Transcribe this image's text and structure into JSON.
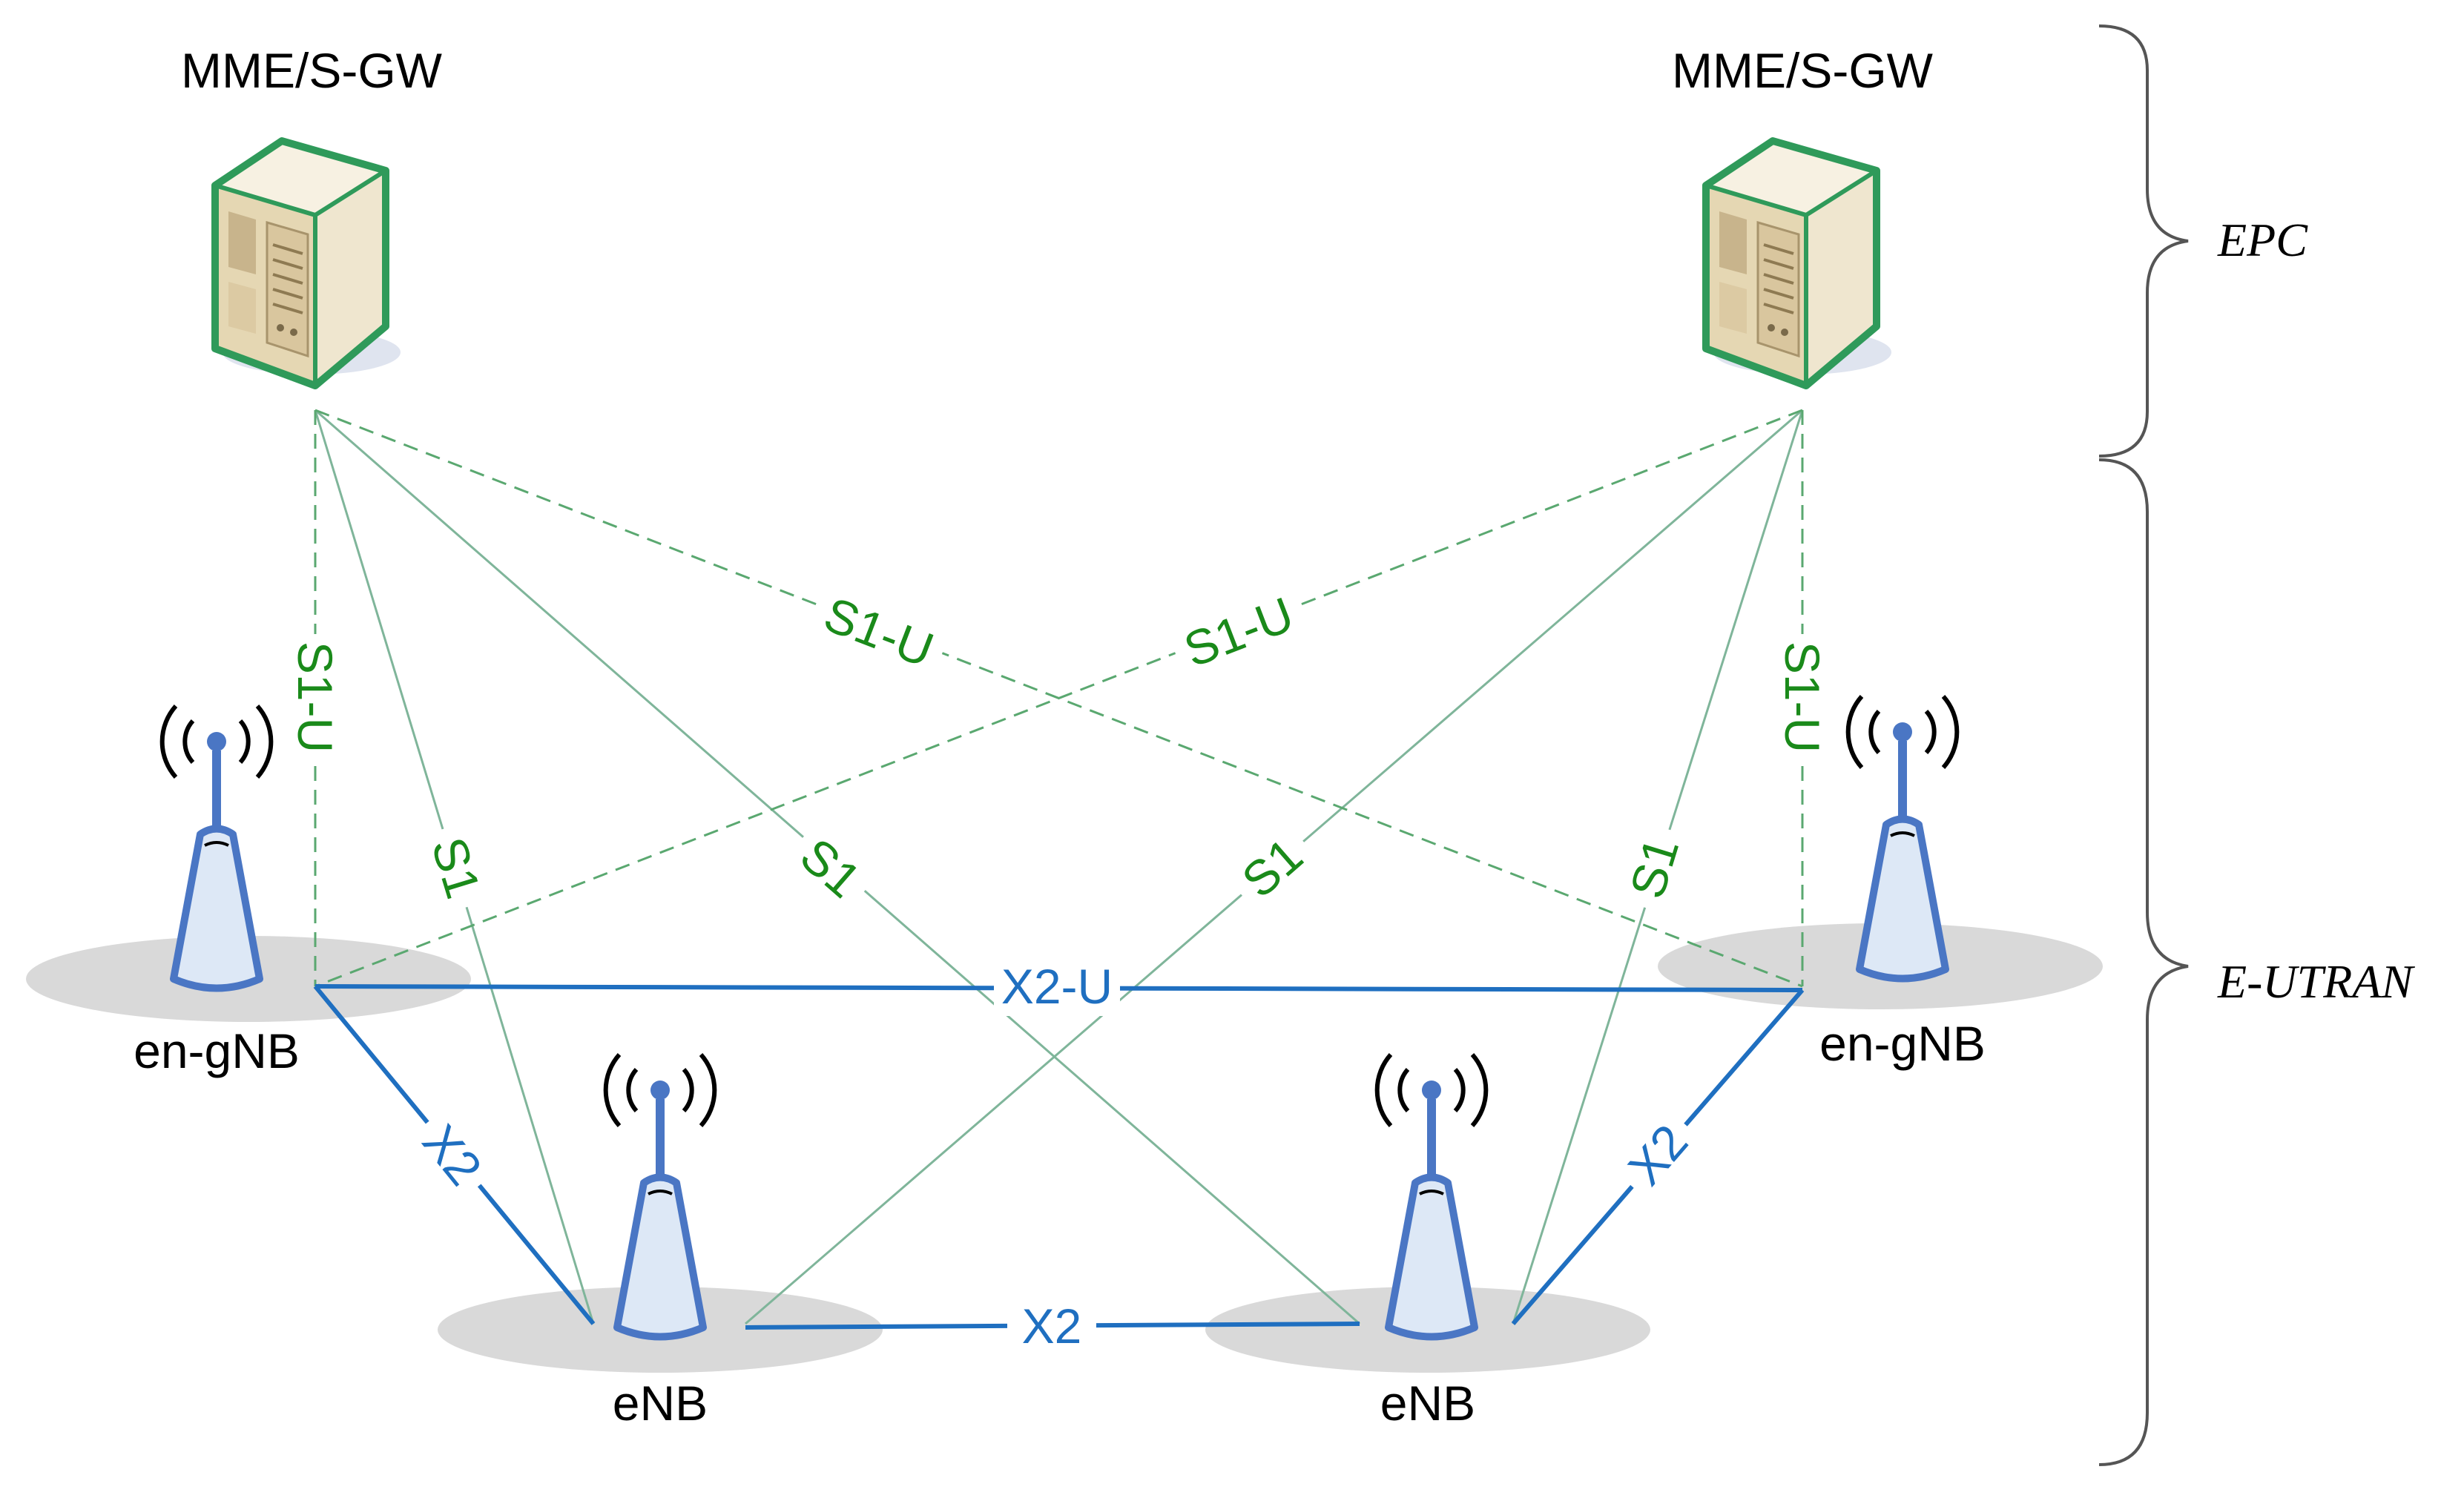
{
  "colors": {
    "s1_line": "#7fb59a",
    "s1_text": "#1a8a1a",
    "x2_line": "#1f6fc0",
    "x2_text": "#1f6fc0",
    "server_border": "#2f9a5a",
    "server_body": "#e8dcc0",
    "antenna": "#4a76c4",
    "shadow": "#d9d9d9"
  },
  "nodes": {
    "mme_left": "MME/S-GW",
    "mme_right": "MME/S-GW",
    "engnb_left": "en-gNB",
    "engnb_right": "en-gNB",
    "enb_left": "eNB",
    "enb_right": "eNB"
  },
  "regions": {
    "epc": "EPC",
    "eutran": "E-UTRAN"
  },
  "links": {
    "s1u_left_vertical": "S1-U",
    "s1u_right_vertical": "S1-U",
    "s1u_left_diagonal": "S1-U",
    "s1u_right_diagonal": "S1-U",
    "s1_left_a": "S1",
    "s1_left_b": "S1",
    "s1_right_a": "S1",
    "s1_right_b": "S1",
    "x2u_top": "X2-U",
    "x2_bottom": "X2",
    "x2_left": "X2",
    "x2_right": "X2"
  }
}
